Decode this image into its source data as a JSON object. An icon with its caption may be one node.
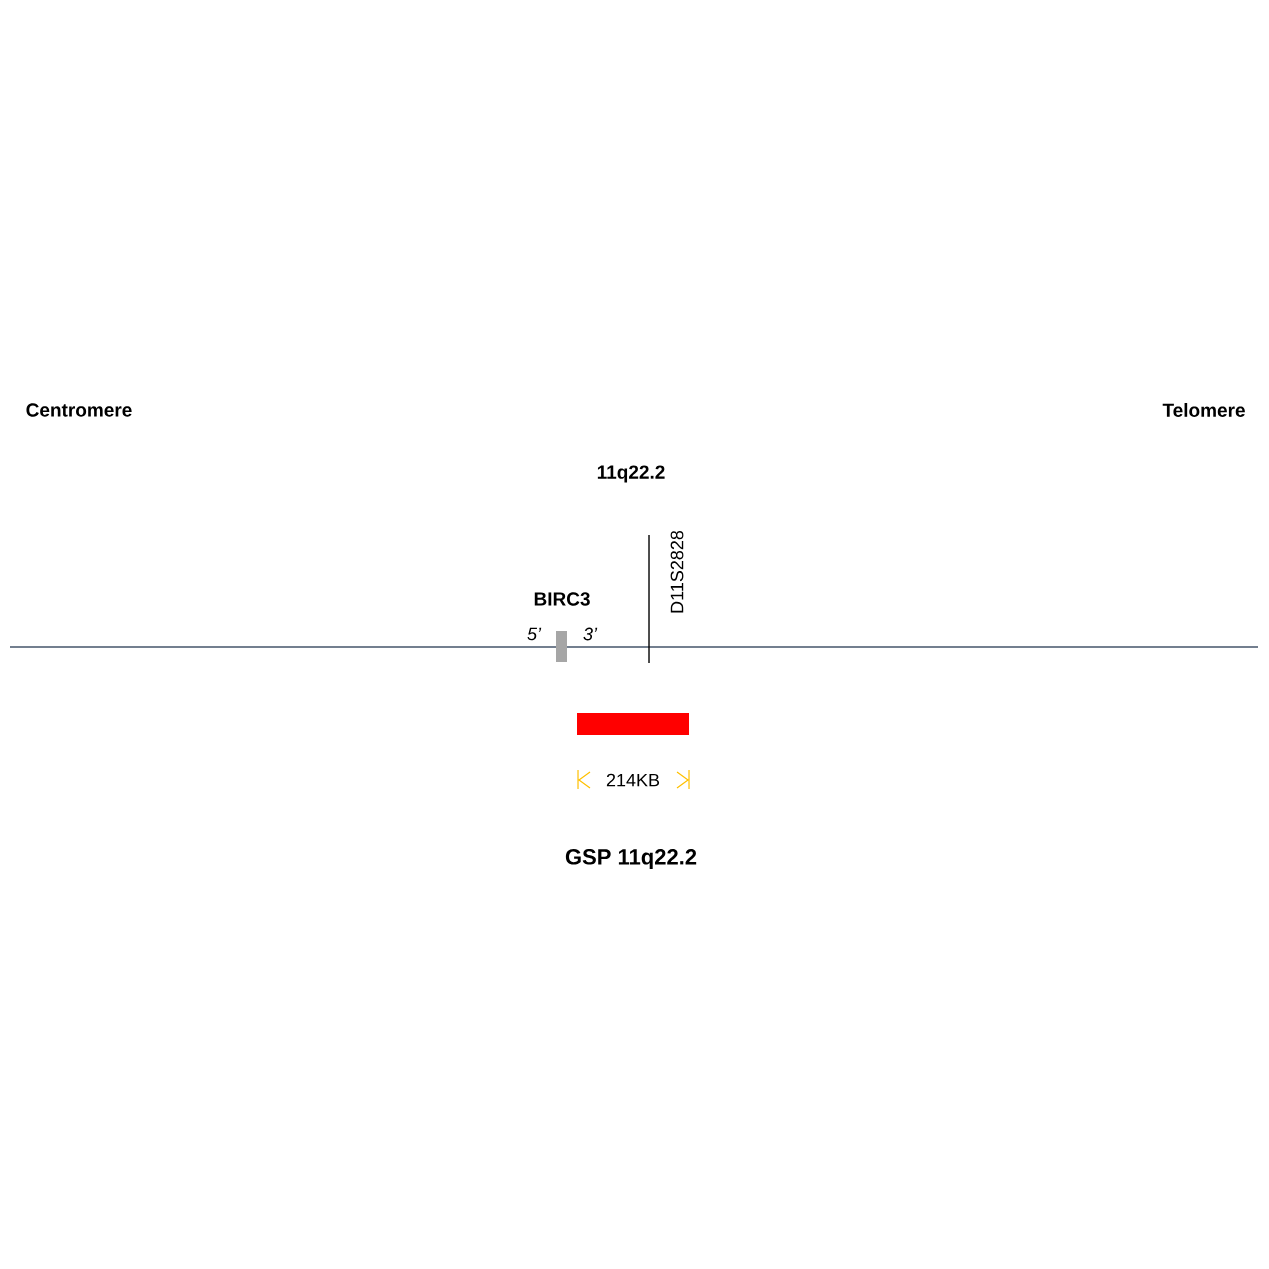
{
  "diagram": {
    "caption": "GSP 11q22.2",
    "nodes": [
      {
        "text": [],
        "shape": "bar"
      },
      {
        "text": [],
        "shape": "bar"
      }
    ],
    "labels": [
      "Centromere",
      "Telomere",
      "11q22.2",
      "D11S2828",
      "BIRC3",
      "5’",
      "3’",
      "214KB"
    ]
  }
}
